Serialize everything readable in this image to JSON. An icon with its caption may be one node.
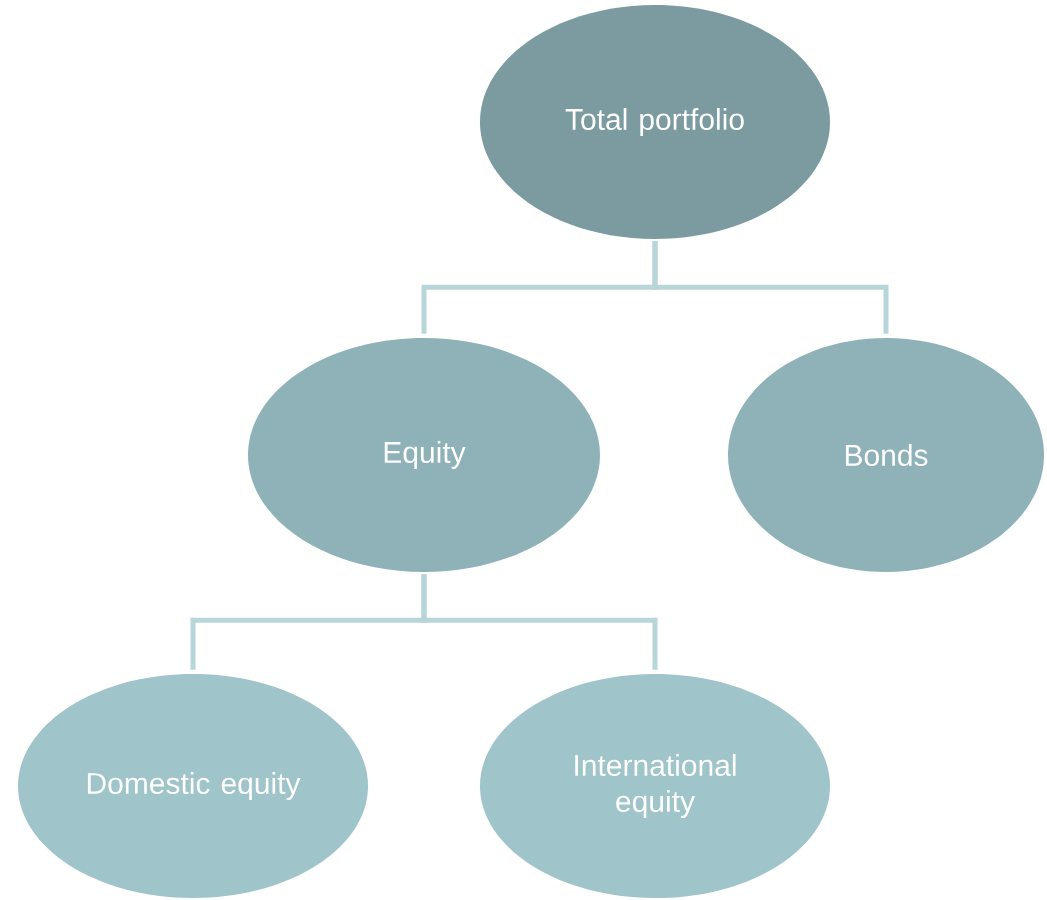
{
  "diagram": {
    "nodes": [
      {
        "text": [
          "Total portfolio"
        ]
      },
      {
        "text": [
          "Equity"
        ]
      },
      {
        "text": [
          "Bonds"
        ]
      },
      {
        "text": [
          "Domestic equity"
        ]
      },
      {
        "text": [
          "International equity"
        ]
      }
    ],
    "edges": [
      {
        "from": 0,
        "to": 1,
        "arrow": "none"
      },
      {
        "from": 0,
        "to": 2,
        "arrow": "none"
      },
      {
        "from": 1,
        "to": 3,
        "arrow": "none"
      },
      {
        "from": 1,
        "to": 4,
        "arrow": "none"
      }
    ]
  }
}
